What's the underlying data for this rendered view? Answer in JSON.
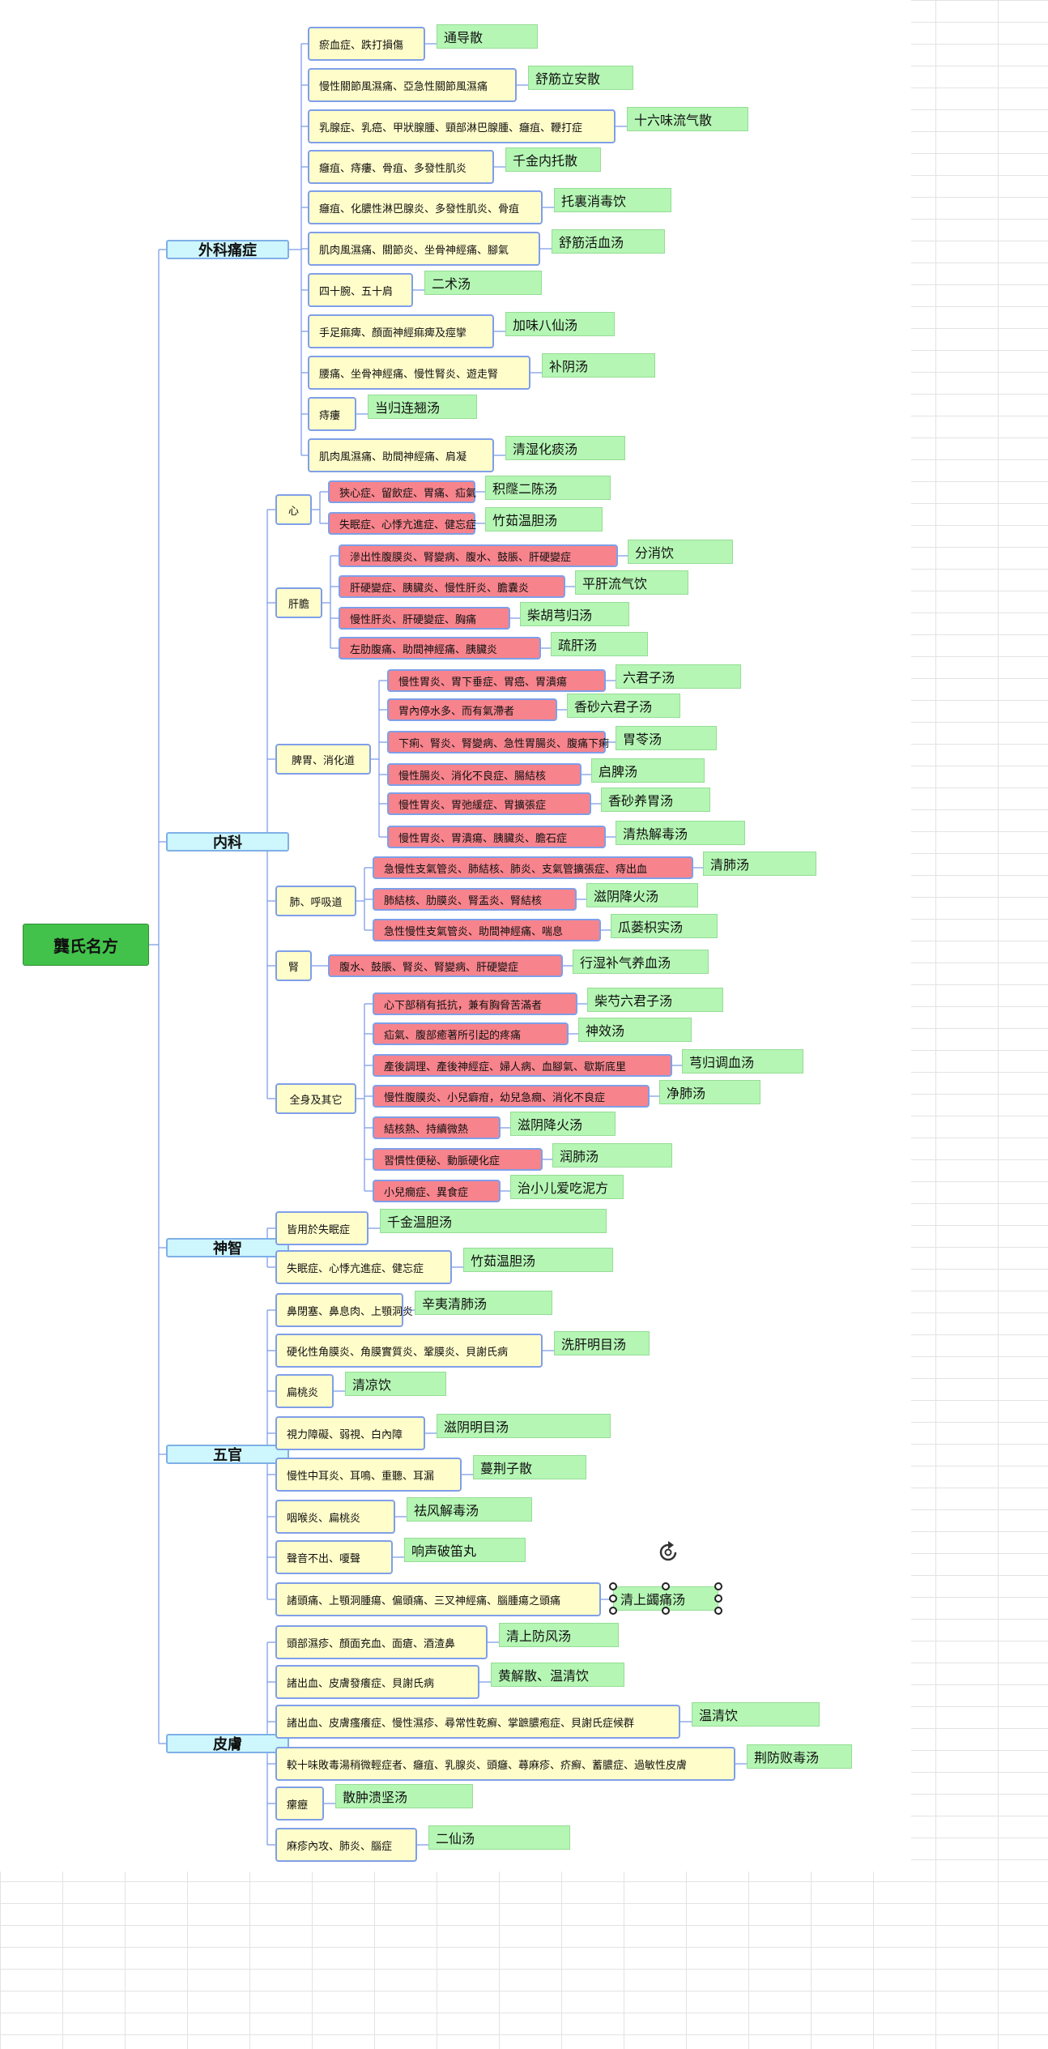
{
  "root": "龔氏名方",
  "categories": [
    {
      "name": "外科痛症",
      "entries": [
        {
          "symptom": "瘀血症、跌打損傷",
          "formula": "通导散"
        },
        {
          "symptom": "慢性關節風濕痛、亞急性關節風濕痛",
          "formula": "舒筋立安散"
        },
        {
          "symptom": "乳腺症、乳癌、甲狀腺腫、頸部淋巴腺腫、癰疽、鞭打症",
          "formula": "十六味流气散"
        },
        {
          "symptom": "癰疽、痔瘻、骨疽、多發性肌炎",
          "formula": "千金内托散"
        },
        {
          "symptom": "癰疽、化膿性淋巴腺炎、多發性肌炎、骨疽",
          "formula": "托裏消毒饮"
        },
        {
          "symptom": "肌肉風濕痛、關節炎、坐骨神經痛、腳氣",
          "formula": "舒筋活血汤"
        },
        {
          "symptom": "四十腕、五十肩",
          "formula": "二术汤"
        },
        {
          "symptom": "手足痲痺、顏面神經痲痺及痙攣",
          "formula": "加味八仙汤"
        },
        {
          "symptom": "腰痛、坐骨神經痛、慢性腎炎、遊走腎",
          "formula": "补阴汤"
        },
        {
          "symptom": "痔瘻",
          "formula": "当归连翘汤"
        },
        {
          "symptom": "肌肉風濕痛、助間神經痛、肩凝",
          "formula": "清湿化痰汤"
        }
      ]
    },
    {
      "name": "内科",
      "groups": [
        {
          "name": "心",
          "entries": [
            {
              "symptom": "狹心症、留飲症、胃痛、疝氣",
              "formula": "积𥀼二陈汤"
            },
            {
              "symptom": "失眠症、心悸亢進症、健忘症",
              "formula": "竹茹温胆汤"
            }
          ]
        },
        {
          "name": "肝膽",
          "entries": [
            {
              "symptom": "滲出性腹膜炎、腎變病、腹水、鼓脹、肝硬變症",
              "formula": "分消饮"
            },
            {
              "symptom": "肝硬變症、胰臟炎、慢性肝炎、膽囊炎",
              "formula": "平肝流气饮"
            },
            {
              "symptom": "慢性肝炎、肝硬變症、胸痛",
              "formula": "柴胡芎归汤"
            },
            {
              "symptom": "左肋腹痛、助間神經痛、胰臟炎",
              "formula": "疏肝汤"
            }
          ]
        },
        {
          "name": "脾胃、消化道",
          "entries": [
            {
              "symptom": "慢性胃炎、胃下垂症、胃癌、胃潰瘍",
              "formula": "六君子汤"
            },
            {
              "symptom": "胃內停水多、而有氣滯者",
              "formula": "香砂六君子汤"
            },
            {
              "symptom": "下痢、腎炎、腎變病、急性胃腸炎、腹痛下痢",
              "formula": "胃苓汤"
            },
            {
              "symptom": "慢性腸炎、消化不良症、腸結核",
              "formula": "启脾汤"
            },
            {
              "symptom": "慢性胃炎、胃弛緩症、胃擴張症",
              "formula": "香砂养胃汤"
            },
            {
              "symptom": "慢性胃炎、胃潰瘍、胰臟炎、膽石症",
              "formula": "清热解毒汤"
            }
          ]
        },
        {
          "name": "肺、呼吸道",
          "entries": [
            {
              "symptom": "急慢性支氣管炎、肺結核、肺炎、支氣管擴張症、痔出血",
              "formula": "清肺汤"
            },
            {
              "symptom": "肺結核、肋膜炎、腎盂炎、腎結核",
              "formula": "滋阴降火汤"
            },
            {
              "symptom": "急性慢性支氣管炎、助間神經痛、喘息",
              "formula": "瓜蒌枳实汤"
            }
          ]
        },
        {
          "name": "腎",
          "entries": [
            {
              "symptom": "腹水、鼓脹、腎炎、腎變病、肝硬變症",
              "formula": "行湿补气养血汤"
            }
          ]
        },
        {
          "name": "全身及其它",
          "entries": [
            {
              "symptom": "心下部稍有抵抗，兼有胸脅苦滿者",
              "formula": "柴芍六君子汤"
            },
            {
              "symptom": "疝氣、腹部癒著所引起的疼痛",
              "formula": "神效汤"
            },
            {
              "symptom": "產後調理、產後神經症、婦人病、血腳氣、歇斯底里",
              "formula": "芎归调血汤"
            },
            {
              "symptom": "慢性腹膜炎、小兒癖疳，幼兒急癇、消化不良症",
              "formula": "净肺汤"
            },
            {
              "symptom": "結核熱、持續微熱",
              "formula": "滋阴降火汤"
            },
            {
              "symptom": "習慣性便秘、動脈硬化症",
              "formula": "润肺汤"
            },
            {
              "symptom": "小兒癇症、異食症",
              "formula": "治小儿爱吃泥方"
            }
          ]
        }
      ]
    },
    {
      "name": "神智",
      "entries": [
        {
          "symptom": "皆用於失眠症",
          "formula": "千金温胆汤"
        },
        {
          "symptom": "失眠症、心悸亢進症、健忘症",
          "formula": "竹茹温胆汤"
        }
      ]
    },
    {
      "name": "五官",
      "entries": [
        {
          "symptom": "鼻閉塞、鼻息肉、上顎洞炎",
          "formula": "辛夷清肺汤"
        },
        {
          "symptom": "硬化性角膜炎、角膜實質炎、鞏膜炎、貝謝氏病",
          "formula": "洗肝明目汤"
        },
        {
          "symptom": "扁桃炎",
          "formula": "清凉饮"
        },
        {
          "symptom": "視力障礙、弱視、白內障",
          "formula": "滋阴明目汤"
        },
        {
          "symptom": "慢性中耳炎、耳鳴、重聽、耳漏",
          "formula": "蔓荆子散"
        },
        {
          "symptom": "咽喉炎、扁桃炎",
          "formula": "祛风解毒汤"
        },
        {
          "symptom": "聲音不出、嗄聲",
          "formula": "响声破笛丸"
        },
        {
          "symptom": "諸頭痛、上顎洞腫瘍、偏頭痛、三叉神經痛、腦腫瘍之頭痛",
          "formula": "清上蠲痛汤"
        }
      ]
    },
    {
      "name": "皮膚",
      "entries": [
        {
          "symptom": "頭部濕疹、顏面充血、面瘡、酒渣鼻",
          "formula": "清上防风汤"
        },
        {
          "symptom": "諸出血、皮膚發癢症、貝謝氏病",
          "formula": "黄解散、温清饮"
        },
        {
          "symptom": "諸出血、皮膚瘙癢症、慢性濕疹、尋常性乾癬、掌蹠膿疱症、貝謝氏症候群",
          "formula": "温清饮"
        },
        {
          "symptom": "較十味敗毒湯稍微輕症者、癰疽、乳腺炎、頭癰、蕁麻疹、疥癬、蓄膿症、過敏性皮膚",
          "formula": "荆防败毒汤"
        },
        {
          "symptom": "瘰癧",
          "formula": "散肿溃坚汤"
        },
        {
          "symptom": "麻疹內攻、肺炎、腦症",
          "formula": "二仙汤"
        }
      ]
    }
  ]
}
